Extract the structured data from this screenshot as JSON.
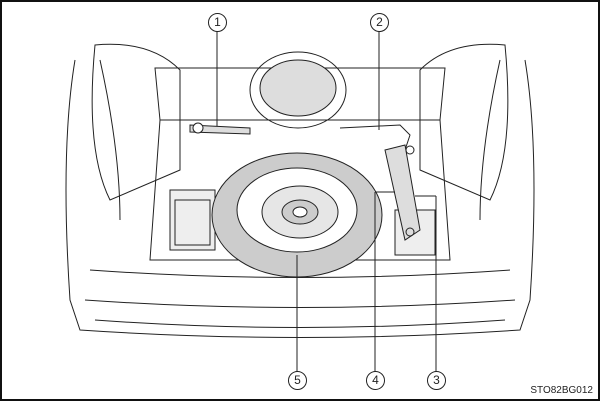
{
  "figure": {
    "callouts": [
      "1",
      "2",
      "3",
      "4",
      "5"
    ],
    "code": "STO82BG012"
  }
}
